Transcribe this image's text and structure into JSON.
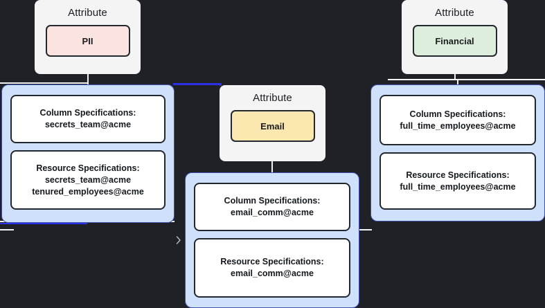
{
  "theme": {
    "background": "#1f2126",
    "edge_color": "#f2f2f2",
    "edge_highlight_color": "#2b31e8",
    "group_fill": "#cfe0fa",
    "group_border": "#3f51b5",
    "card_fill": "#f4f4f5",
    "box_fill": "#ffffff",
    "box_border": "#22262d"
  },
  "nodes": {
    "pii": {
      "type_label": "Attribute",
      "name": "PII",
      "chip_color": "#fbe4e0"
    },
    "financial": {
      "type_label": "Attribute",
      "name": "Financial",
      "chip_color": "#ddeedd"
    },
    "email": {
      "type_label": "Attribute",
      "name": "Email",
      "chip_color": "#fbe7b0"
    }
  },
  "groups": {
    "secrets_team": {
      "boxes": [
        {
          "title": "Column Specifications:",
          "items": [
            "secrets_team@acme"
          ]
        },
        {
          "title": "Resource Specifications:",
          "items": [
            "secrets_team@acme",
            "tenured_employees@acme"
          ]
        }
      ]
    },
    "email_comm": {
      "boxes": [
        {
          "title": "Column Specifications:",
          "items": [
            "email_comm@acme"
          ]
        },
        {
          "title": "Resource Specifications:",
          "items": [
            "email_comm@acme"
          ]
        }
      ]
    },
    "full_time_employees": {
      "boxes": [
        {
          "title": "Column Specifications:",
          "items": [
            "full_time_employees@acme"
          ]
        },
        {
          "title": "Resource Specifications:",
          "items": [
            "full_time_employees@acme"
          ]
        }
      ]
    }
  },
  "icons": {
    "chevron_right": "chevron-right-icon"
  }
}
